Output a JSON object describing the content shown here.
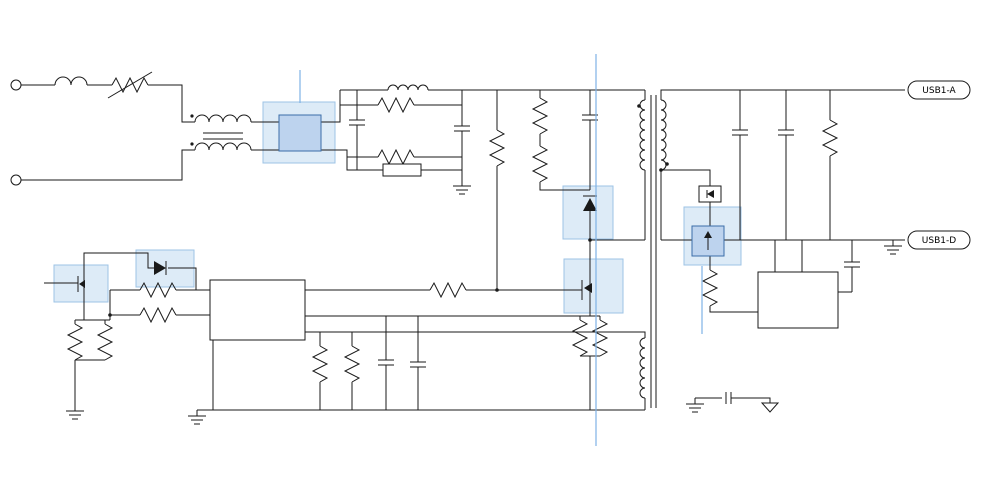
{
  "diagram": {
    "type": "power-supply-schematic",
    "labels": {
      "usb1a": "USB1-A",
      "usb1d": "USB1-D"
    },
    "colors": {
      "wire": "#1a1a1a",
      "highlight_fill": "#cfe2f3",
      "highlight_stroke": "#9dc3e6",
      "component_fill": "#bdd3ee",
      "component_stroke": "#3a6ea8",
      "annotation": "#7fb2e5",
      "background": "#ffffff",
      "text": "#000000"
    },
    "components": [
      "input-terminals",
      "fuse",
      "varistor",
      "common-mode-choke",
      "bridge-rectifier",
      "input-filter",
      "hv-startup-resistor",
      "snubber-network",
      "snubber-diode",
      "main-transformer",
      "auxiliary-winding",
      "primary-mosfet",
      "current-sense-resistors",
      "gate-resistor",
      "pwm-controller-ic",
      "startup-mosfet",
      "gate-diode",
      "bias-resistor-network",
      "timing-rc-network",
      "output-filter-capacitors",
      "output-bleed-resistor",
      "output-rectifier-diode",
      "sync-rectifier-controller",
      "secondary-regulator-ic",
      "regulator-bypass-capacitor",
      "y-capacitor",
      "usb-power-terminal",
      "usb-data-terminal",
      "ground-symbols"
    ]
  }
}
